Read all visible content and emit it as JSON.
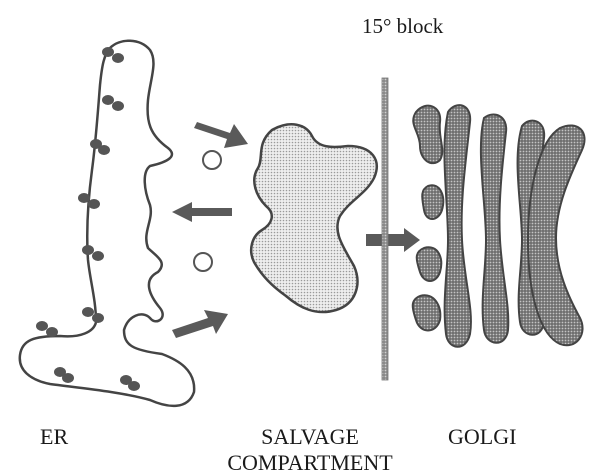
{
  "labels": {
    "block": "15° block",
    "er": "ER",
    "salvage_line1": "SALVAGE",
    "salvage_line2": "COMPARTMENT",
    "golgi": "GOLGI"
  },
  "colors": {
    "outline": "#444444",
    "ribosome": "#555555",
    "arrow": "#5a5a5a",
    "salvage_fill": "#dcdcdc",
    "golgi_fill": "#7a7a7a",
    "barrier": "#8a8a8a"
  }
}
